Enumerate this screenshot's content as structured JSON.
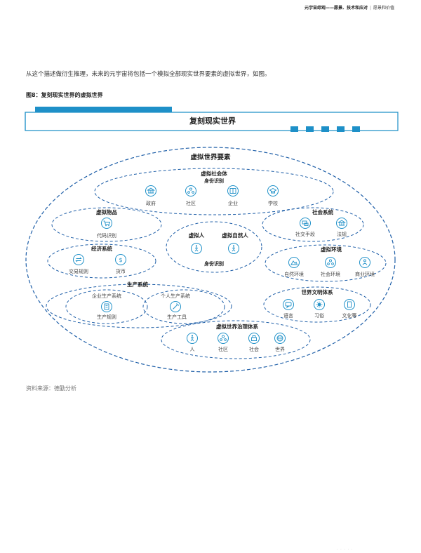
{
  "header": {
    "title": "元宇宙综观——愿景、技术和应对",
    "divider": "|",
    "section": "愿景和价值"
  },
  "intro_text": "从这个描述做衍生推理，未来的元宇宙将包括一个模拟全部现实世界要素的虚拟世界，如图。",
  "figure_caption": "图8：复刻现实世界的虚拟世界",
  "banner_title": "复刻现实世界",
  "outer_title": "虚拟世界要素",
  "groups": {
    "society": {
      "title": "虚拟社会体",
      "subtitle": "身份识别",
      "items": [
        "政府",
        "社区",
        "企业",
        "学校"
      ],
      "icons": [
        "government-icon",
        "community-icon",
        "enterprise-icon",
        "school-icon"
      ]
    },
    "goods": {
      "title": "虚拟物品",
      "items": [
        "代码识别"
      ],
      "icons": [
        "cart-icon"
      ]
    },
    "social": {
      "title": "社会系统",
      "items": [
        "社交手段",
        "法规"
      ],
      "icons": [
        "social-icon",
        "law-icon"
      ]
    },
    "person": {
      "title_left": "虚拟人",
      "title_right": "虚拟自然人",
      "subtitle": "身份识别",
      "icons": [
        "person-walking-icon",
        "person-walking-icon"
      ]
    },
    "economy": {
      "title": "经济系统",
      "items": [
        "交易规则",
        "货币"
      ],
      "icons": [
        "exchange-icon",
        "currency-icon"
      ]
    },
    "environment": {
      "title": "虚拟环境",
      "items": [
        "自然环境",
        "社会环境",
        "商业环境"
      ],
      "icons": [
        "nature-icon",
        "society-icon",
        "business-icon"
      ]
    },
    "production": {
      "title": "生产系统",
      "left_label": "企业生产系统",
      "left_item": "生产规则",
      "right_label": "个人生产系统",
      "right_item": "生产工具",
      "icons": [
        "rules-icon",
        "tools-icon"
      ]
    },
    "civilization": {
      "title": "世界文明体系",
      "items": [
        "语言",
        "习俗",
        "文化等"
      ],
      "icons": [
        "speech-icon",
        "customs-icon",
        "culture-icon"
      ]
    },
    "governance": {
      "title": "虚拟世界治理体系",
      "items": [
        "人",
        "社区",
        "社会",
        "世界"
      ],
      "icons": [
        "person-icon",
        "community-icon",
        "society-icon",
        "globe-icon"
      ]
    }
  },
  "source_text": "资料来源：德勤分析",
  "footer_text": "· · · ·   ·",
  "colors": {
    "accent": "#1e90c8",
    "line": "#1f5fa8",
    "text": "#333333"
  }
}
